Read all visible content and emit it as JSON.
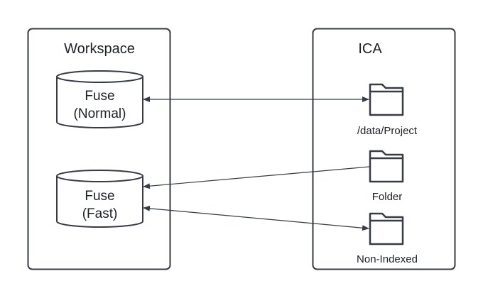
{
  "diagram": {
    "colors": {
      "stroke": "#363b45",
      "text": "#1b1f26",
      "background": "#ffffff"
    },
    "groups": [
      {
        "id": "workspace",
        "title": "Workspace"
      },
      {
        "id": "ica",
        "title": "ICA"
      }
    ],
    "stores": [
      {
        "id": "fuse-normal",
        "line1": "Fuse",
        "line2": "(Normal)",
        "icon": "database-cylinder-icon"
      },
      {
        "id": "fuse-fast",
        "line1": "Fuse",
        "line2": "(Fast)",
        "icon": "database-cylinder-icon"
      }
    ],
    "folders": [
      {
        "id": "data-project",
        "label": "/data/Project",
        "icon": "folder-icon"
      },
      {
        "id": "folder",
        "label": "Folder",
        "icon": "folder-icon"
      },
      {
        "id": "non-indexed",
        "label": "Non-Indexed",
        "icon": "folder-icon"
      }
    ],
    "connections": [
      {
        "from": "fuse-normal",
        "to": "data-project",
        "direction": "bidirectional"
      },
      {
        "from": "folder",
        "to": "fuse-fast",
        "direction": "one-way"
      },
      {
        "from": "fuse-fast",
        "to": "non-indexed",
        "direction": "bidirectional"
      }
    ]
  }
}
